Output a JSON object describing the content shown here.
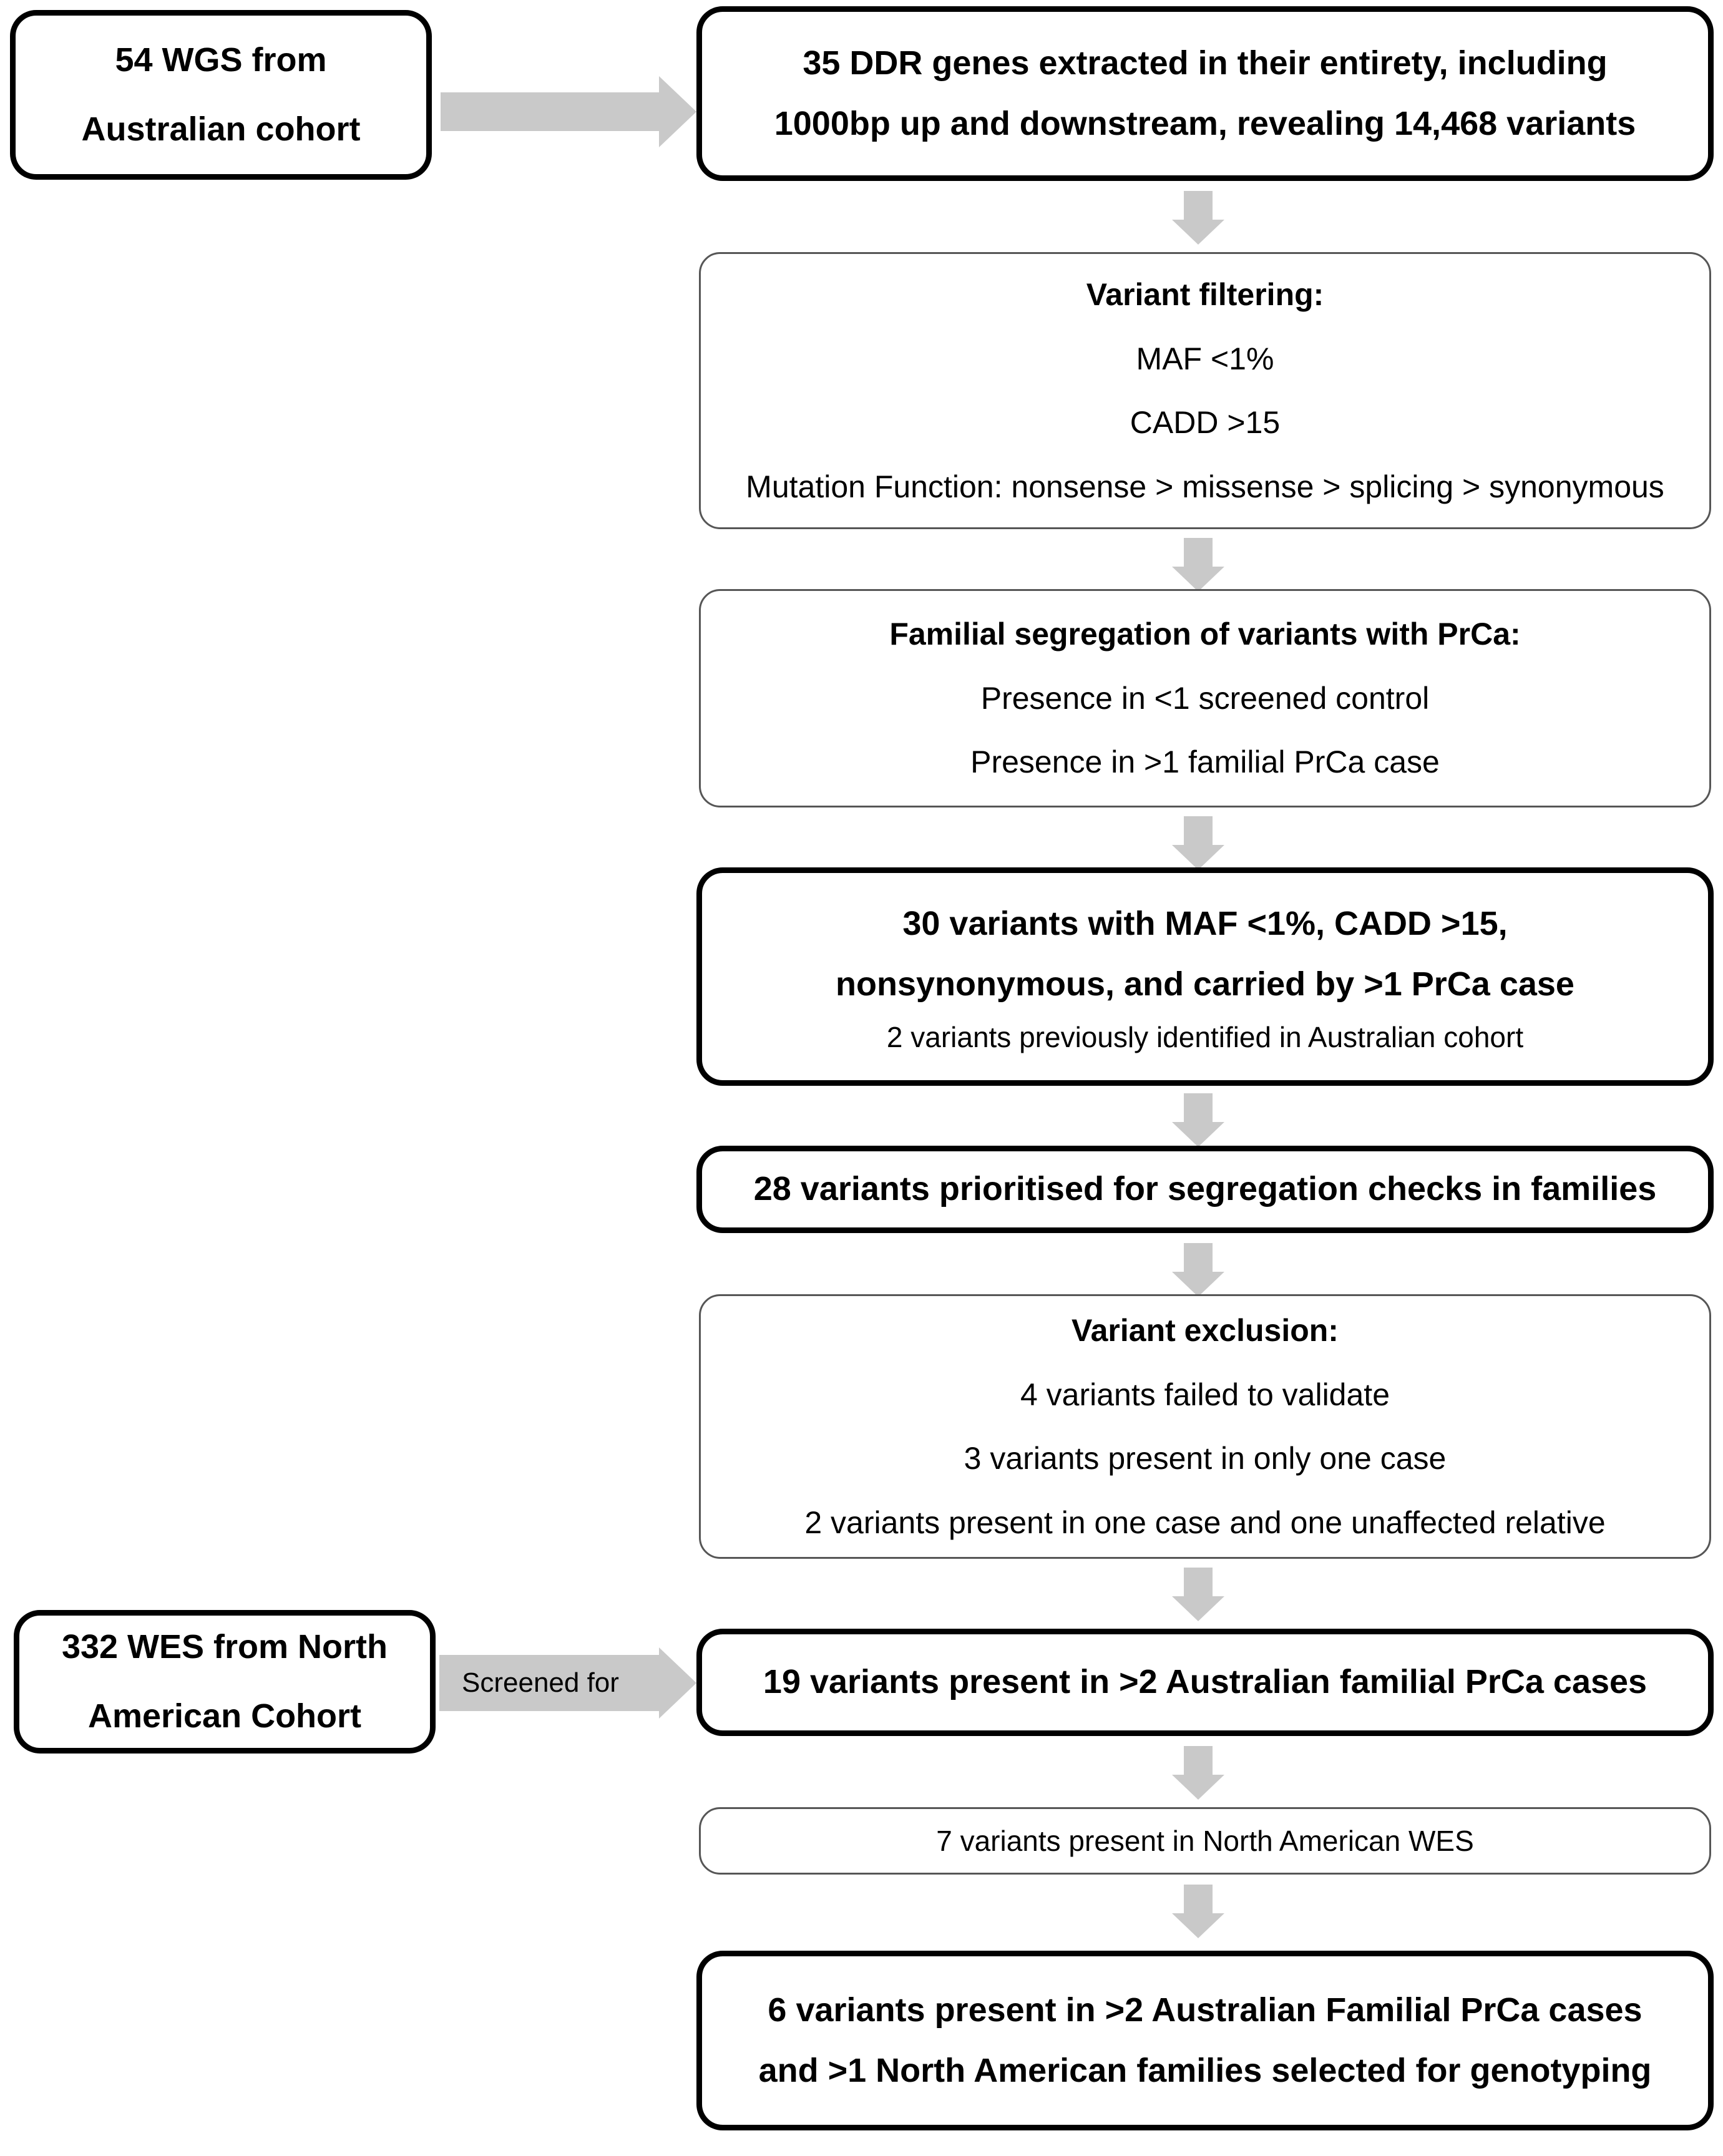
{
  "diagram": {
    "title": "DDR gene variant prioritisation flowchart",
    "accent_arrow_color": "#c9c9c9",
    "border_color": "#000000",
    "thin_border_color": "#565656",
    "nodes": [
      {
        "id": "wgs-cohort",
        "lines": [
          "54 WGS from",
          "Australian cohort"
        ]
      },
      {
        "id": "ddr-genes",
        "lines": [
          "35 DDR genes extracted in their entirety, including",
          "1000bp up and downstream, revealing 14,468 variants"
        ]
      },
      {
        "id": "variant-filtering",
        "lines": [
          "Variant filtering:",
          "MAF <1%",
          "CADD >15",
          "Mutation Function: nonsense > missense > splicing > synonymous"
        ]
      },
      {
        "id": "familial-segregation",
        "lines": [
          "Familial segregation of variants with PrCa:",
          "Presence in <1 screened control",
          "Presence in >1 familial PrCa case"
        ]
      },
      {
        "id": "thirty-variants",
        "lines": [
          "30 variants with MAF <1%, CADD >15,",
          "nonsynonymous, and carried by >1 PrCa case",
          "2 variants previously identified in Australian cohort"
        ]
      },
      {
        "id": "twentyeight-variants",
        "lines": [
          "28 variants prioritised for segregation checks in families"
        ]
      },
      {
        "id": "variant-exclusion",
        "lines": [
          "Variant exclusion:",
          "4 variants failed to validate",
          "3 variants present in only one case",
          "2 variants present in one case and one unaffected relative"
        ]
      },
      {
        "id": "wes-cohort",
        "lines": [
          "332 WES from North",
          "American Cohort"
        ]
      },
      {
        "id": "nineteen-variants",
        "lines": [
          "19 variants present in >2 Australian familial PrCa cases"
        ]
      },
      {
        "id": "seven-variants",
        "lines": [
          "7 variants present in North American WES"
        ]
      },
      {
        "id": "six-variants",
        "lines": [
          "6 variants present in >2 Australian Familial PrCa cases",
          "and >1 North American families selected for genotyping"
        ]
      }
    ],
    "connector_labels": {
      "screened_for": "Screened for"
    }
  }
}
